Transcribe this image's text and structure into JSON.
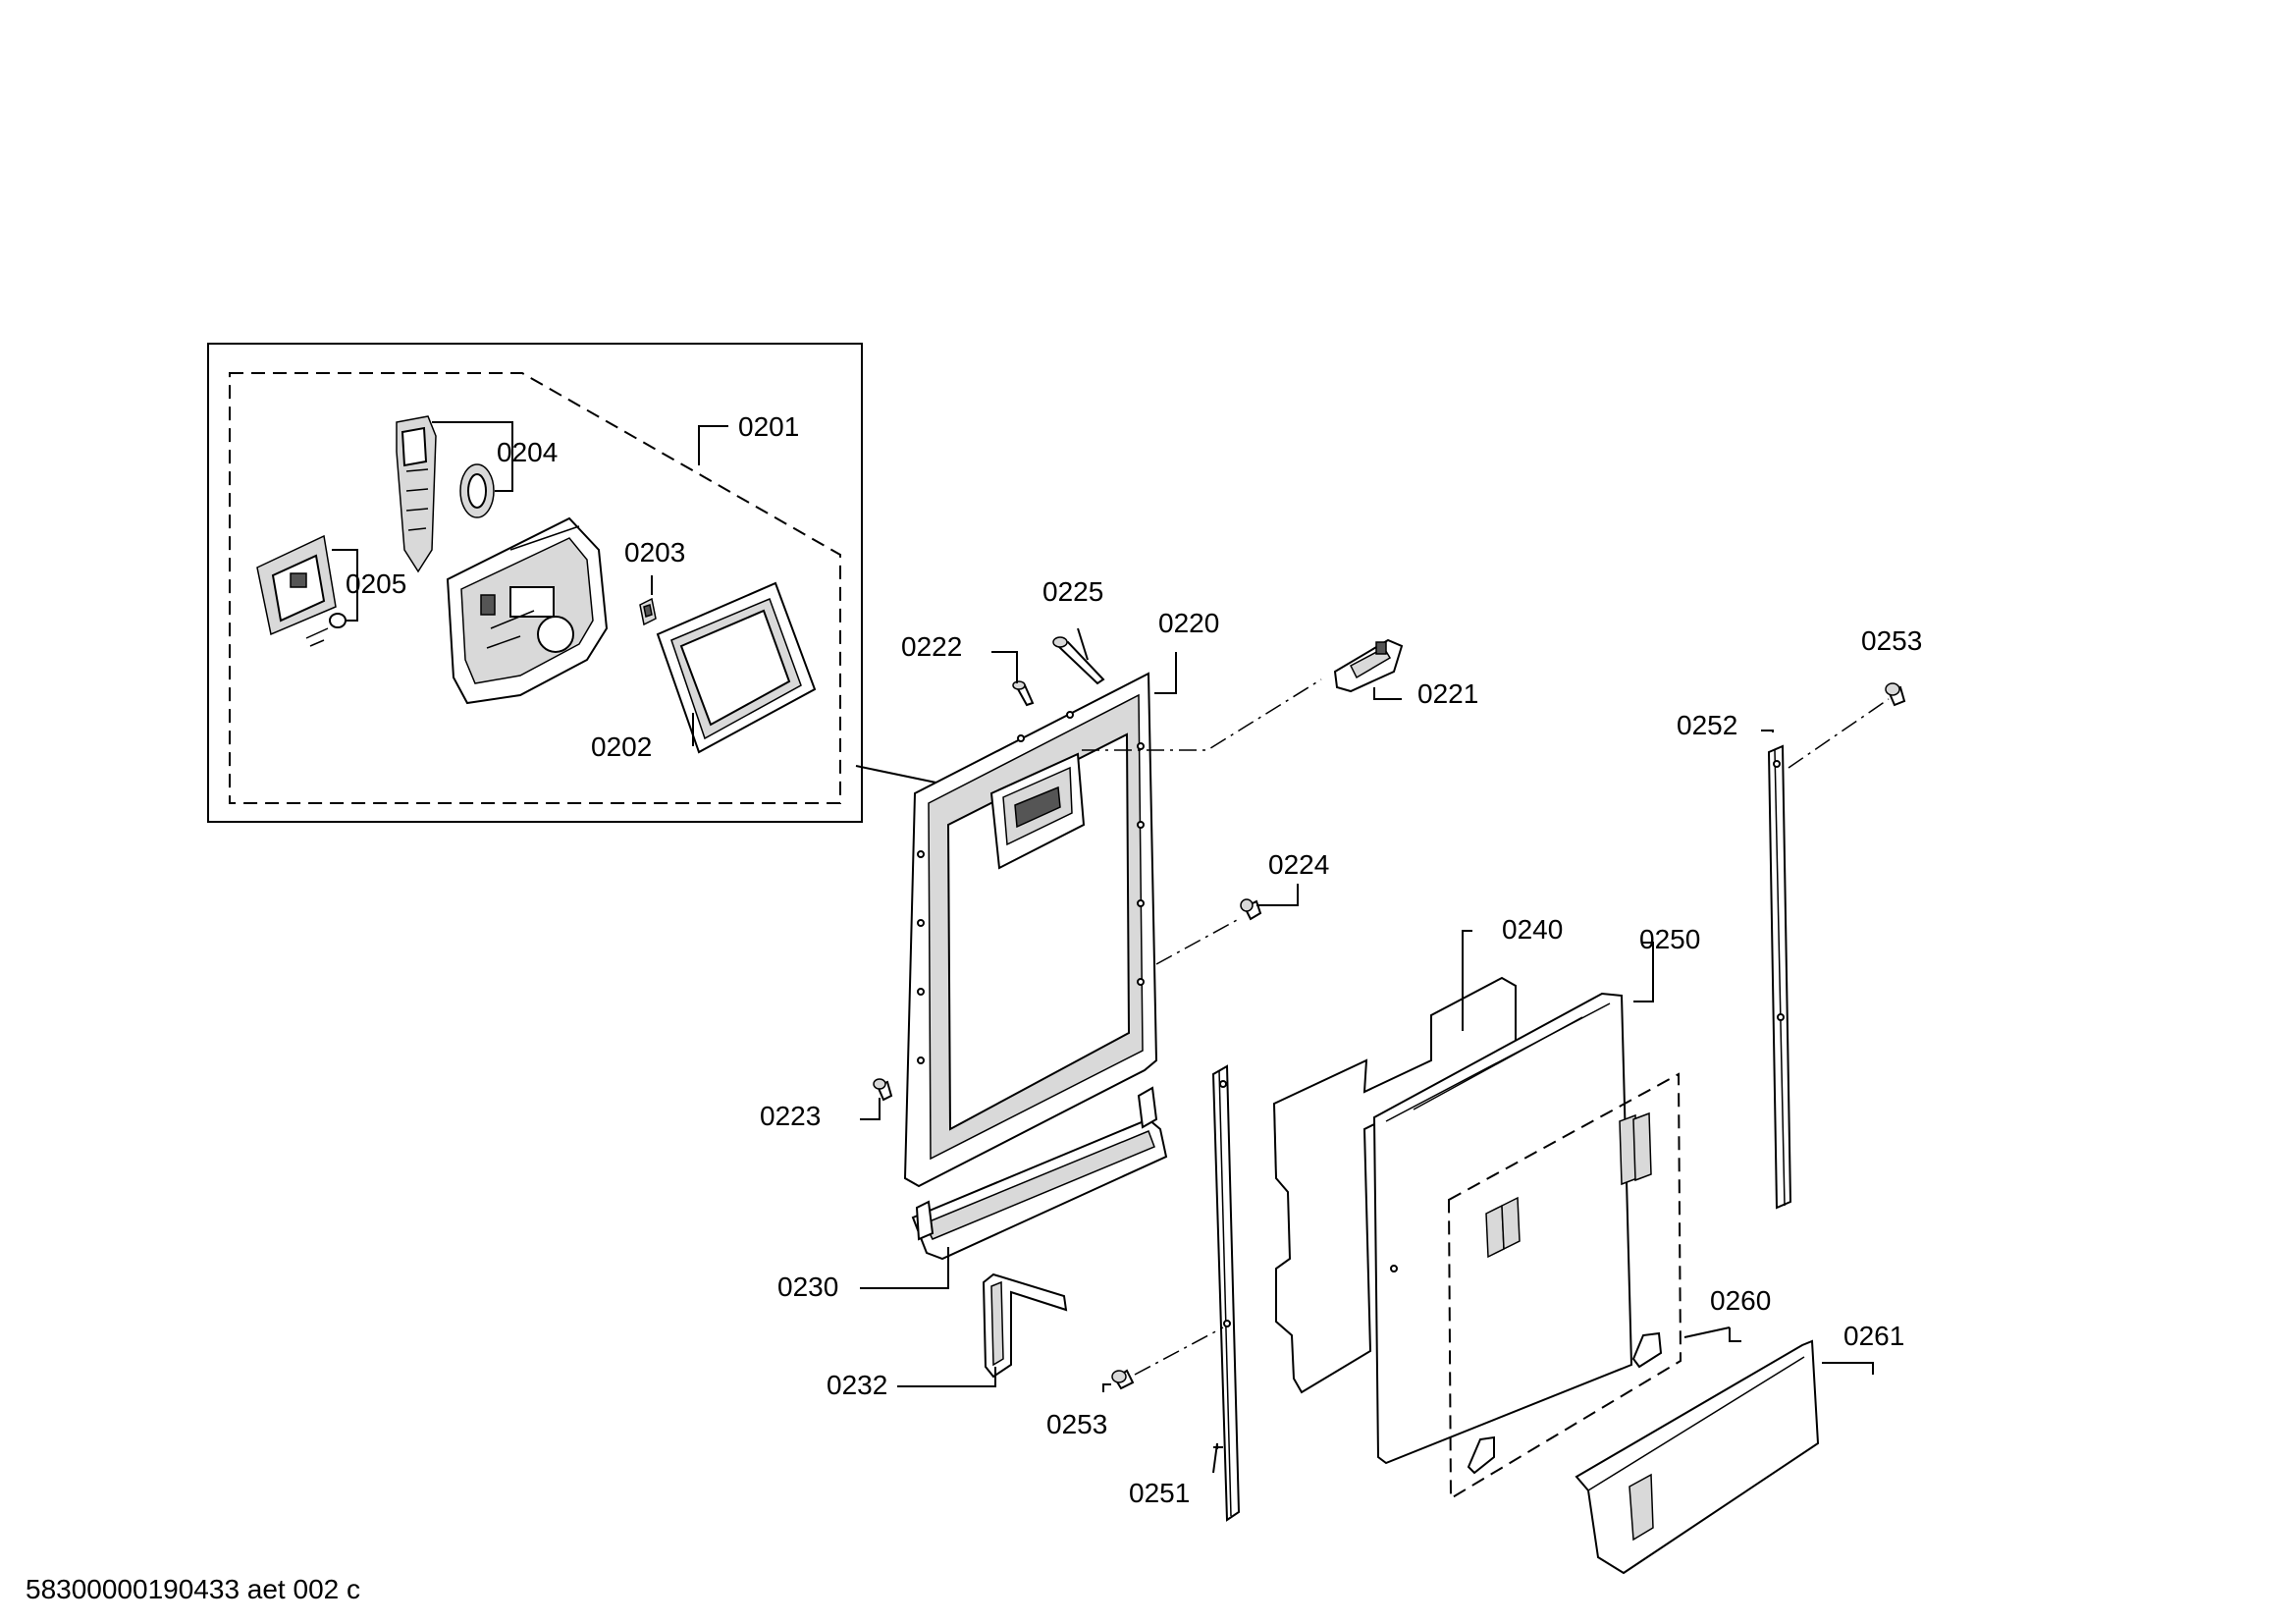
{
  "parts": {
    "p0201": "0201",
    "p0202": "0202",
    "p0203": "0203",
    "p0204": "0204",
    "p0205": "0205",
    "p0220": "0220",
    "p0221": "0221",
    "p0222": "0222",
    "p0223": "0223",
    "p0224": "0224",
    "p0225": "0225",
    "p0230": "0230",
    "p0232": "0232",
    "p0240": "0240",
    "p0250": "0250",
    "p0251": "0251",
    "p0252": "0252",
    "p0253_top": "0253",
    "p0253_bottom": "0253",
    "p0260": "0260",
    "p0261": "0261"
  },
  "footer": {
    "drawing_id": "58300000190433 aet 002 c"
  },
  "colors": {
    "line": "#000000",
    "fill_light": "#d9d9d9",
    "fill_dark": "#555555",
    "background": "#ffffff"
  }
}
